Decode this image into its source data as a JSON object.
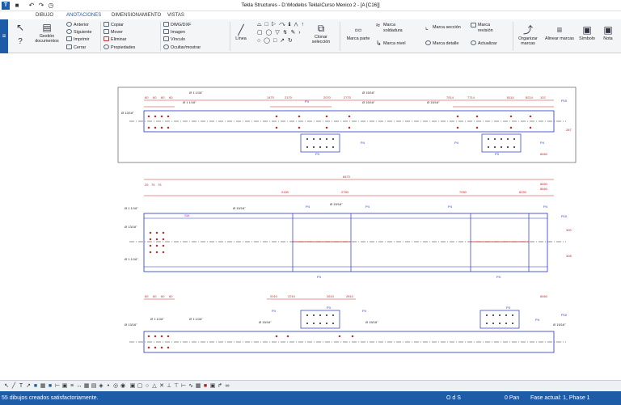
{
  "window": {
    "title": "Tekla Structures - D:\\Modelos Tekla\\Curso Mexico 2 - [A  [C16]]"
  },
  "tabs": [
    {
      "label": "DIBUJO",
      "active": false
    },
    {
      "label": "ANOTACIONES",
      "active": true
    },
    {
      "label": "DIMENSIONAMIENTO",
      "active": false
    },
    {
      "label": "VISTAS",
      "active": false
    }
  ],
  "ribbon": {
    "gestion": "Gestión documentos",
    "anterior": "Anterior",
    "siguiente": "Siguiente",
    "imprimir": "Imprimir",
    "cerrar": "Cerrar",
    "copiar": "Copiar",
    "mover": "Mover",
    "eliminar": "Eliminar",
    "propiedades": "Propiedades",
    "dwg": "DWG/DXF",
    "imagen": "Imagen",
    "vinculo": "Vínculo",
    "ocultar": "Ocultar/mostrar",
    "linea": "Línea",
    "clonar": "Clonar selección",
    "marca_parte": "Marca parte",
    "marca_soldadura": "Marca soldadura",
    "marca_nivel": "Marca nivel",
    "marca_seccion": "Marca sección",
    "marca_detalle": "Marca detalle",
    "marca_revision": "Marca revisión",
    "actualizar": "Actualizar",
    "organizar": "Organizar marcas",
    "alinear": "Alinear marcas",
    "simbolo": "Símbolo",
    "nota": "Nota"
  },
  "status": {
    "message": "55 dibujos creados satisfactoriamente.",
    "snap": "O d S",
    "pan": "0 Pan",
    "phase": "Fase actual: 1, Phase 1"
  },
  "colors": {
    "accent": "#1f5ca8",
    "beam_line": "#2233cc",
    "dim_line": "#cc2222",
    "mark_text": "#2233cc"
  },
  "drawing": {
    "view1": {
      "dims_top_left": [
        "60",
        "60",
        "60",
        "60"
      ],
      "dims_top_mid": [
        "1470",
        "2170",
        "2070",
        "2770"
      ],
      "dims_top_right": [
        "7514",
        "7714",
        "8114",
        "8214",
        "102"
      ],
      "holes_label_a": "Ø 1 1/16\"",
      "holes_label_b": "Ø 13/16\"",
      "holes_label_c": "Ø 15/16\"",
      "marks": [
        "P4",
        "P4",
        "P3",
        "P3",
        "P4",
        "P4",
        "P10"
      ],
      "right_dims": [
        "287",
        "8460"
      ]
    },
    "view2": {
      "overall": "8470",
      "dims_top": [
        "2150",
        "2750",
        "7050",
        "8250",
        "8460",
        "8460"
      ],
      "dims_top_left": [
        "25",
        "75",
        "75"
      ],
      "holes": [
        "Ø 1 1/16\"",
        "Ø 15/16\"",
        "Ø 15/16\"",
        "Ø 13/16\"",
        "Ø 1 1/16\""
      ],
      "pink_label": "SW",
      "marks": [
        "P4",
        "P4",
        "P4",
        "P4",
        "P3",
        "P3",
        "P10"
      ],
      "right_dims": [
        "300",
        "308"
      ]
    },
    "view3": {
      "dims_top_left": [
        "60",
        "60",
        "60",
        "60"
      ],
      "dims_top_mid": [
        "2010",
        "2210",
        "2610",
        "2810"
      ],
      "dims_top_right": [
        "8460"
      ],
      "holes": [
        "Ø 13/16\"",
        "Ø 1 1/16\"",
        "Ø 1 1/16\"",
        "Ø 15/16\"",
        "Ø 15/16\"",
        "Ø 15/16\""
      ],
      "marks": [
        "P4",
        "P3",
        "P4",
        "P3",
        "P4",
        "P10"
      ]
    }
  }
}
